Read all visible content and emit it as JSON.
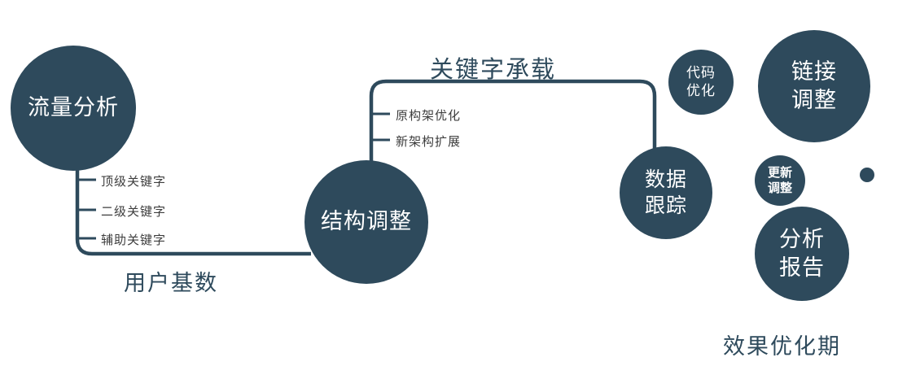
{
  "colors": {
    "primary": "#2e4a5c",
    "label": "#3d3d3d"
  },
  "nodes": {
    "traffic_analysis": {
      "label": "流量分析"
    },
    "structure_adjust": {
      "label": "结构调整"
    },
    "data_tracking": {
      "label": "数据\n跟踪"
    },
    "code_optimization": {
      "label": "代码\n优化"
    },
    "link_adjust": {
      "label": "链接\n调整"
    },
    "update_adjust": {
      "label": "更新\n调整"
    },
    "analysis_report": {
      "label": "分析\n报告"
    }
  },
  "edge_labels": {
    "user_base": "用户基数",
    "keyword_carry": "关键字承载",
    "effect_period": "效果优化期"
  },
  "branches": {
    "left": [
      "顶级关键字",
      "二级关键字",
      "辅助关键字"
    ],
    "middle": [
      "原构架优化",
      "新架构扩展"
    ]
  }
}
